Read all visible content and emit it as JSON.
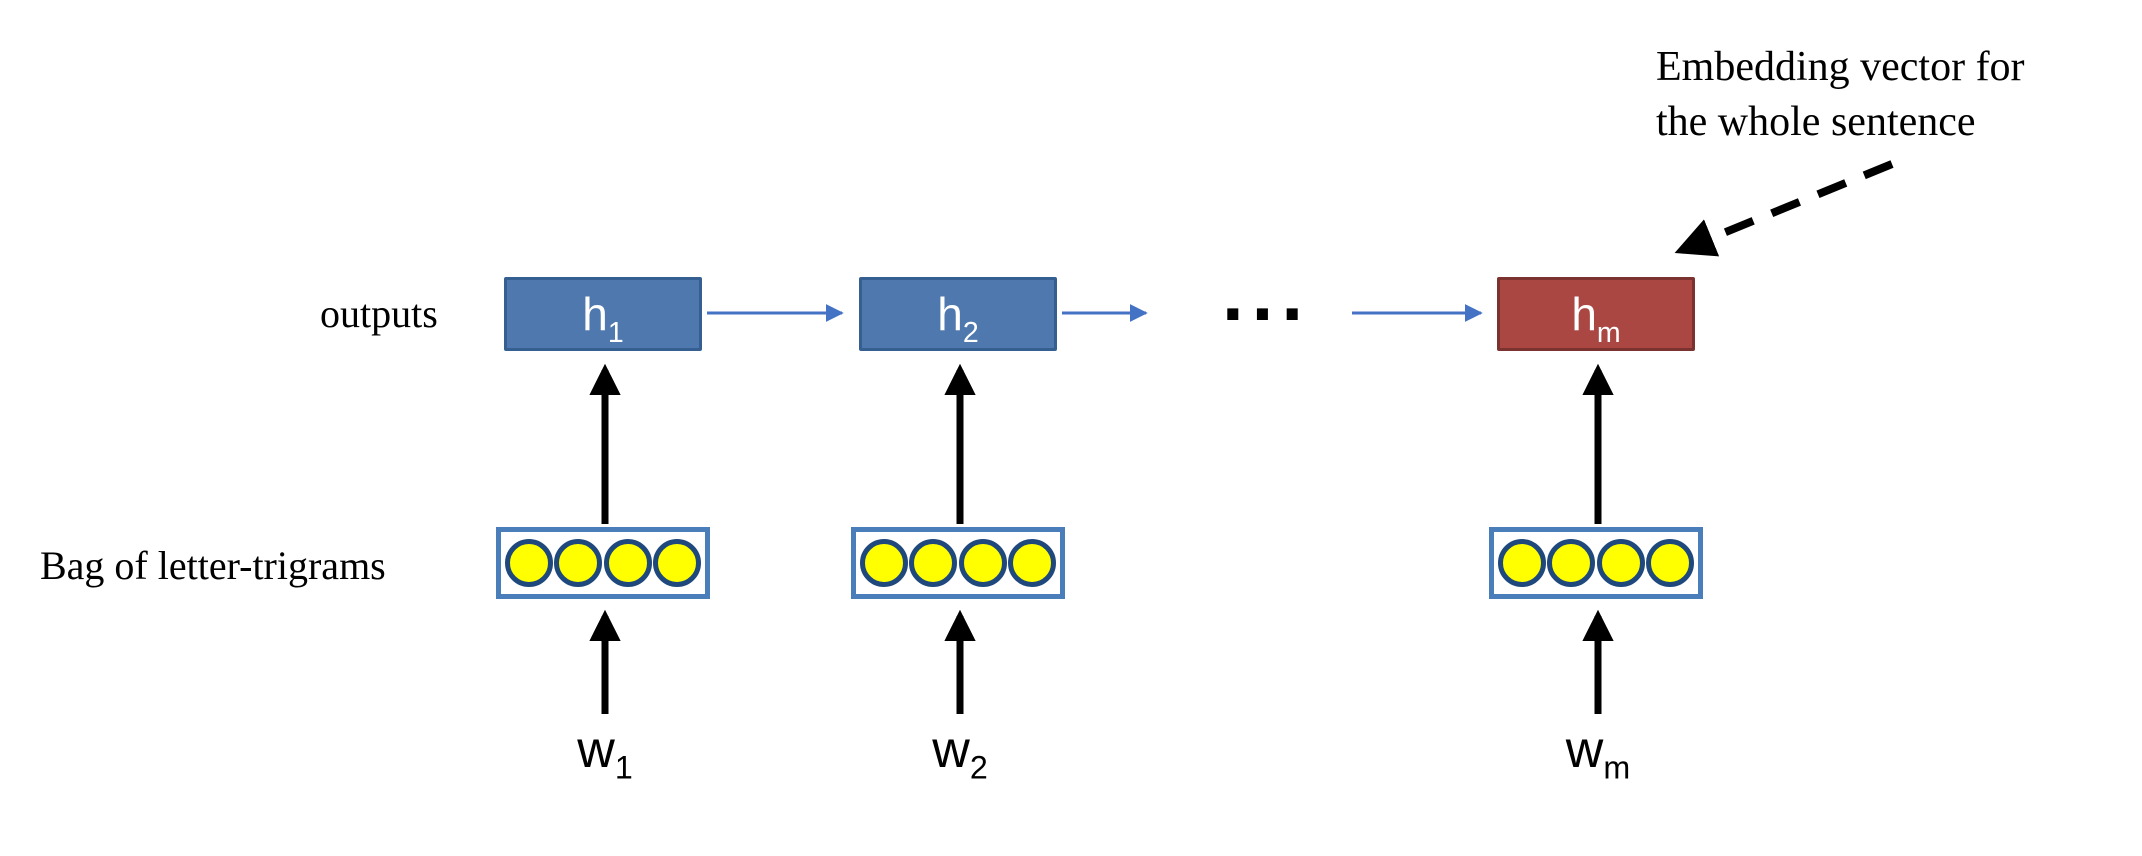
{
  "diagram": {
    "description": "Recurrent network producing a sentence embedding from bag-of-letter-trigram word inputs",
    "background": "#ffffff"
  },
  "labels": {
    "outputs": "outputs",
    "bag_of_trigrams": "Bag of letter-trigrams",
    "embedding_annotation_line1": "Embedding vector for",
    "embedding_annotation_line2": "the whole sentence",
    "ellipsis": "..."
  },
  "hidden_nodes": [
    {
      "base": "h",
      "sub": "1",
      "fill": "#4f79ae",
      "border": "#365f91"
    },
    {
      "base": "h",
      "sub": "2",
      "fill": "#4f79ae",
      "border": "#365f91"
    },
    {
      "base": "h",
      "sub": "m",
      "fill": "#aa4743",
      "border": "#7c3330"
    }
  ],
  "word_inputs": [
    {
      "base": "w",
      "sub": "1"
    },
    {
      "base": "w",
      "sub": "2"
    },
    {
      "base": "w",
      "sub": "m"
    }
  ],
  "trigram_boxes": {
    "count": 3,
    "circles_per_box": 4,
    "circle_fill": "#ffff00",
    "circle_border": "#1f497d",
    "box_border": "#4a7ebb"
  },
  "colors": {
    "recurrent_arrow": "#4472c4",
    "input_arrow": "#000000",
    "annotation_arrow": "#000000"
  }
}
